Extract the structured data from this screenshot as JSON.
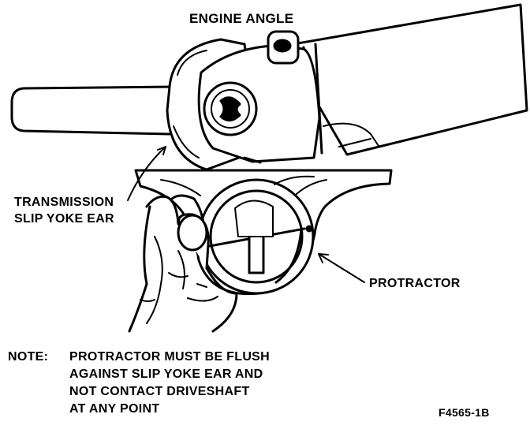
{
  "diagram": {
    "title": "ENGINE ANGLE",
    "labels": {
      "slip_yoke_ear": [
        "TRANSMISSION",
        "SLIP YOKE EAR"
      ],
      "protractor": "PROTRACTOR"
    },
    "note": {
      "prefix": "NOTE:",
      "lines": [
        "PROTRACTOR MUST BE FLUSH",
        "AGAINST SLIP YOKE EAR AND",
        "NOT CONTACT DRIVESHAFT",
        "AT ANY POINT"
      ]
    },
    "figure_id": "F4565-1B"
  }
}
